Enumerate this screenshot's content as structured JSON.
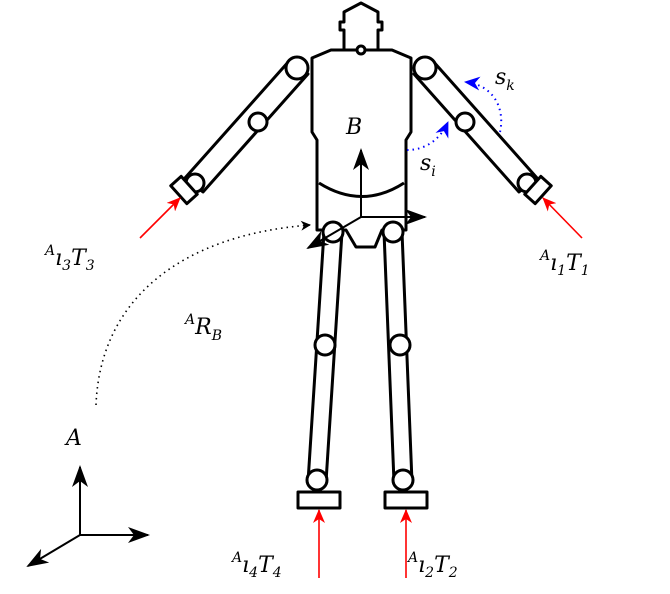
{
  "labels": {
    "body_frame": "B",
    "world_frame": "A",
    "rotation": {
      "pre": "A",
      "main": "R",
      "sub": "B"
    },
    "s_k": {
      "main": "s",
      "sub": "k"
    },
    "s_i": {
      "main": "s",
      "sub": "i"
    },
    "T1": {
      "pre": "A",
      "mid": "ı",
      "midsub": "1",
      "main": "T",
      "sub": "1"
    },
    "T2": {
      "pre": "A",
      "mid": "ı",
      "midsub": "2",
      "main": "T",
      "sub": "2"
    },
    "T3": {
      "pre": "A",
      "mid": "ı",
      "midsub": "3",
      "main": "T",
      "sub": "3"
    },
    "T4": {
      "pre": "A",
      "mid": "ı",
      "midsub": "4",
      "main": "T",
      "sub": "4"
    }
  },
  "colors": {
    "force": "#ff0000",
    "joint_path": "#0000ff",
    "robot": "#000000"
  }
}
